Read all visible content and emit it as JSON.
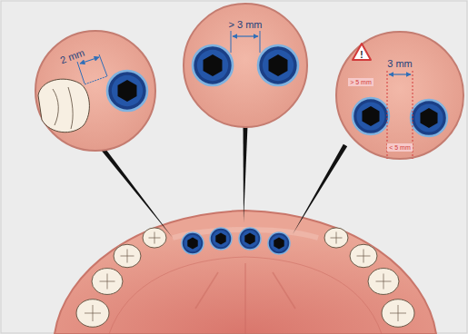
{
  "diagram": {
    "labels": [
      "2 mm",
      "> 3 mm",
      "3 mm",
      "> 5 mm",
      "< 5 mm"
    ]
  }
}
